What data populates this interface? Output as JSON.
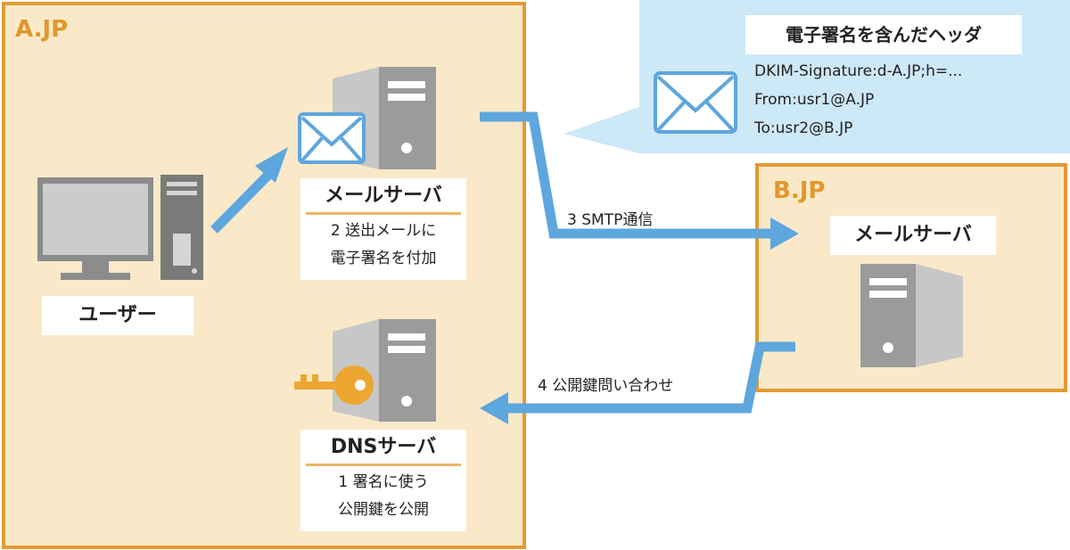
{
  "domains": {
    "a": {
      "label": "A.JP"
    },
    "b": {
      "label": "B.JP"
    }
  },
  "nodes": {
    "user": {
      "label": "ユーザー"
    },
    "mail_server_a": {
      "label": "メールサーバ",
      "step": "2 送出メールに",
      "step2": "電子署名を付加"
    },
    "dns_server": {
      "label": "DNSサーバ",
      "step": "1 署名に使う",
      "step2": "公開鍵を公開"
    },
    "mail_server_b": {
      "label": "メールサーバ"
    }
  },
  "edges": {
    "smtp": {
      "label": "3 SMTP通信"
    },
    "pubkey_query": {
      "label": "4 公開鍵問い合わせ"
    }
  },
  "callout": {
    "title": "電子署名を含んだヘッダ",
    "lines": [
      "DKIM-Signature:d-A.JP;h=...",
      "From:usr1@A.JP",
      "To:usr2@B.JP"
    ]
  },
  "colors": {
    "domain_fill": "#f9e9c8",
    "domain_border": "#e29a34",
    "arrow": "#5ea6de",
    "callout_bg": "#cde8f7",
    "server_gray": "#9b9b9b",
    "key_orange": "#eca631"
  }
}
